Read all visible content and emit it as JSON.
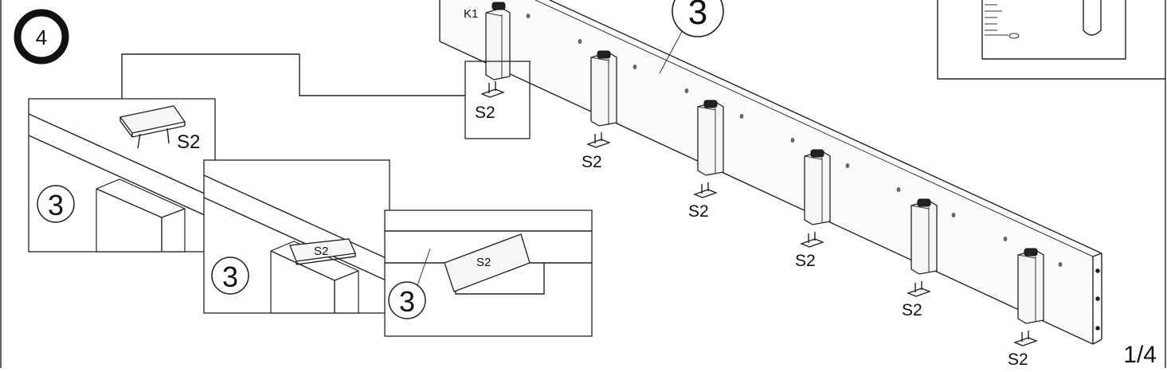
{
  "step": {
    "number": "4",
    "page": "1/4"
  },
  "labels": {
    "part_board": "3",
    "part_cam": "K1",
    "part_bracket": "S2"
  },
  "counts": {
    "brackets_on_board": 6
  }
}
